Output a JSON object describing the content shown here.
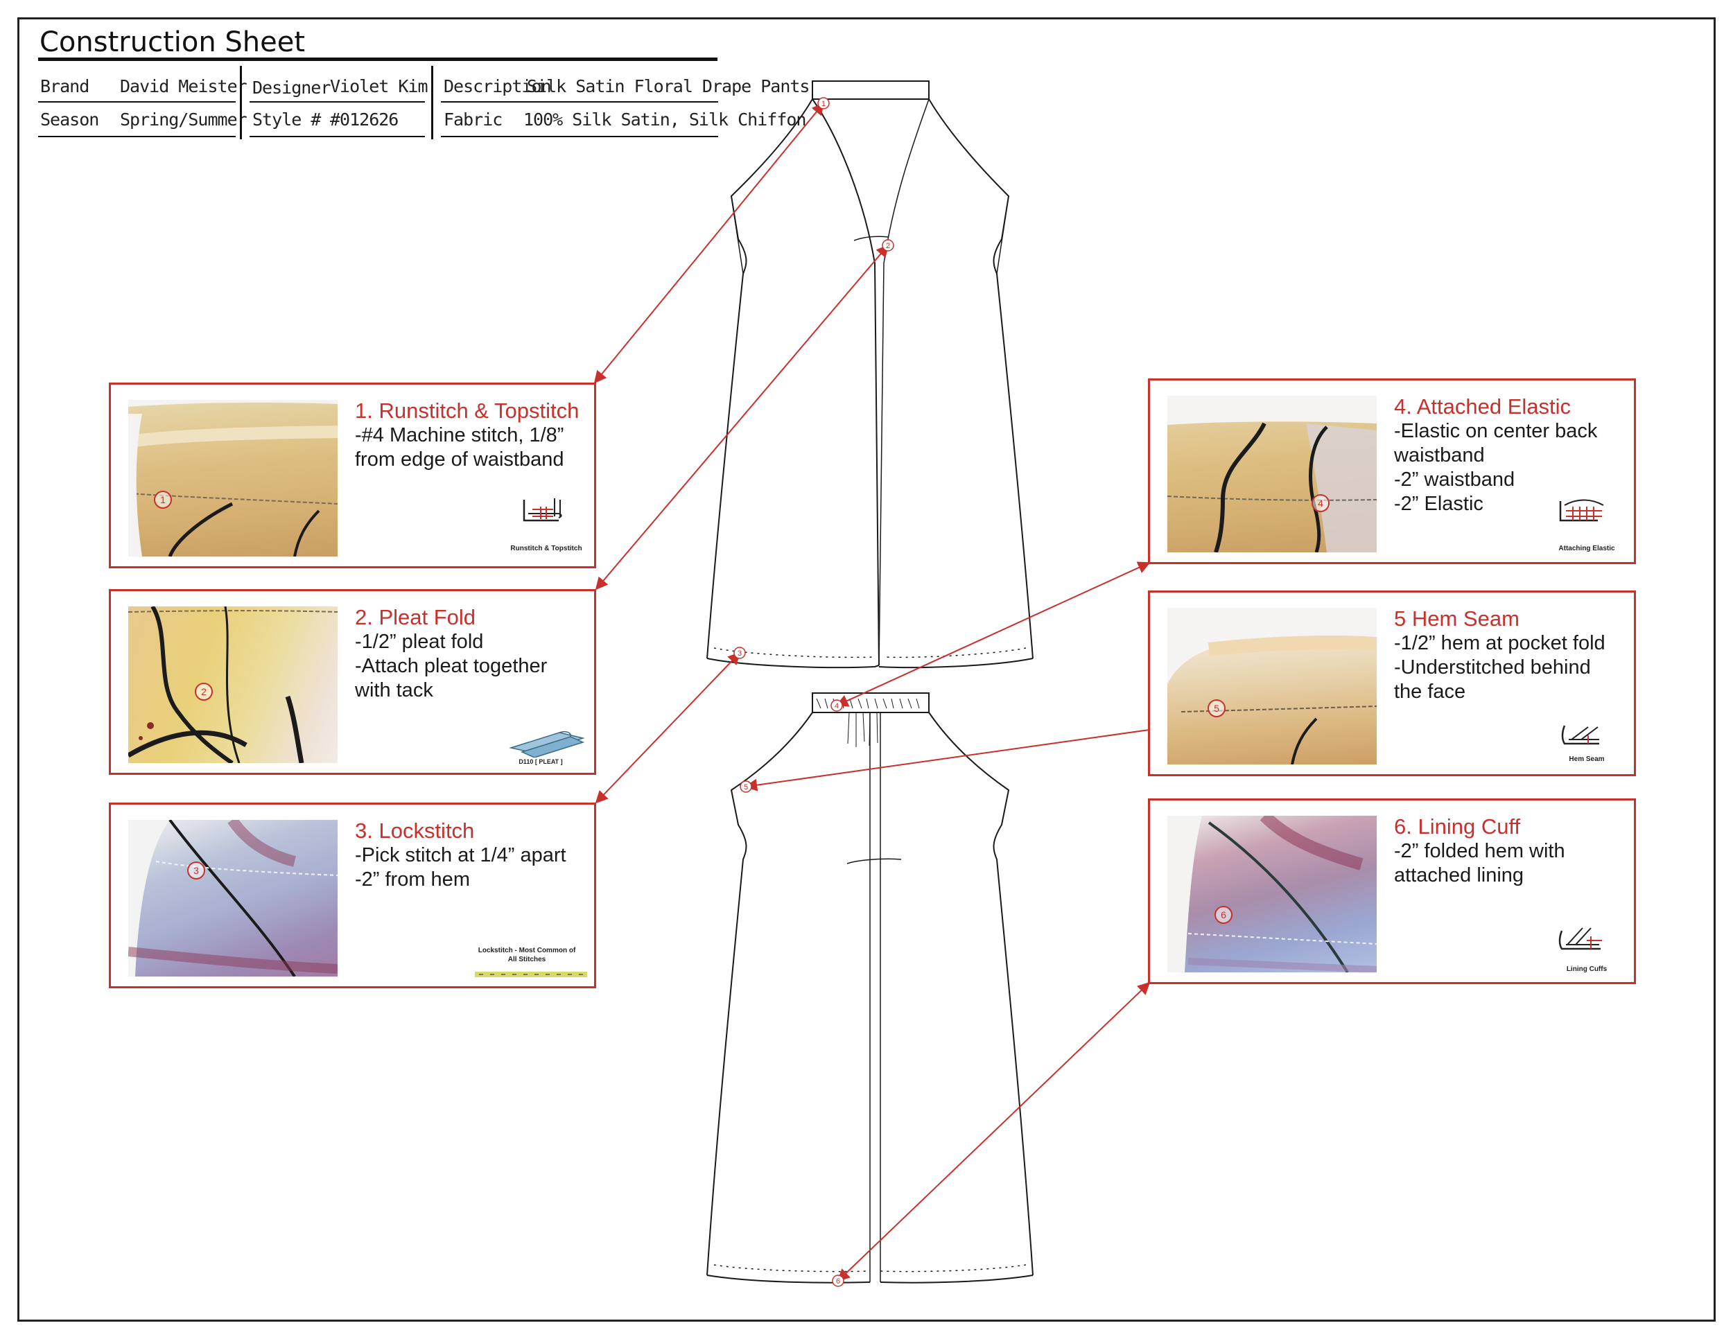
{
  "sheet_title": "Construction Sheet",
  "info": {
    "brand_label": "Brand",
    "brand_value": "David Meister",
    "season_label": "Season",
    "season_value": "Spring/Summer",
    "designer_label": "Designer",
    "designer_value": "Violet Kim",
    "style_label": "Style #",
    "style_value": "#012626",
    "description_label": "Description",
    "description_value": "Silk Satin Floral Drape Pants",
    "fabric_label": "Fabric",
    "fabric_value": "100% Silk Satin, Silk Chiffon"
  },
  "markers": [
    "1",
    "2",
    "3",
    "4",
    "5",
    "6"
  ],
  "callouts": [
    {
      "number": "1",
      "title": "1. Runstitch & Topstitch",
      "lines": [
        "-#4 Machine stitch, 1/8”",
        "from edge of waistband"
      ],
      "icon_label": "Runstitch & Topstitch",
      "icon": "runstitch-icon"
    },
    {
      "number": "2",
      "title": "2. Pleat Fold",
      "lines": [
        "-1/2” pleat fold",
        "-Attach pleat together",
        "with tack"
      ],
      "icon_label": "D110 [ PLEAT ]",
      "icon": "pleat-icon"
    },
    {
      "number": "3",
      "title": "3. Lockstitch",
      "lines": [
        "-Pick stitch at 1/4” apart",
        "-2” from hem"
      ],
      "icon_label_1": "Lockstitch - Most Common of",
      "icon_label_2": "All Stitches",
      "icon": "lockstitch-icon"
    },
    {
      "number": "4",
      "title": "4. Attached Elastic",
      "lines": [
        "-Elastic on center back",
        "waistband",
        "-2” waistband",
        "-2” Elastic"
      ],
      "icon_label": "Attaching Elastic",
      "icon": "elastic-icon"
    },
    {
      "number": "5",
      "title": "5 Hem Seam",
      "lines": [
        "-1/2” hem at pocket fold",
        "-Understitched behind",
        "the face"
      ],
      "icon_label": "Hem Seam",
      "icon": "hem-seam-icon"
    },
    {
      "number": "6",
      "title": "6. Lining Cuff",
      "lines": [
        "-2” folded hem with",
        "attached lining"
      ],
      "icon_label": "Lining Cuffs",
      "icon": "lining-cuff-icon"
    }
  ],
  "colors": {
    "accent_red": "#c8302c",
    "line_dark": "#1a1a1a"
  }
}
